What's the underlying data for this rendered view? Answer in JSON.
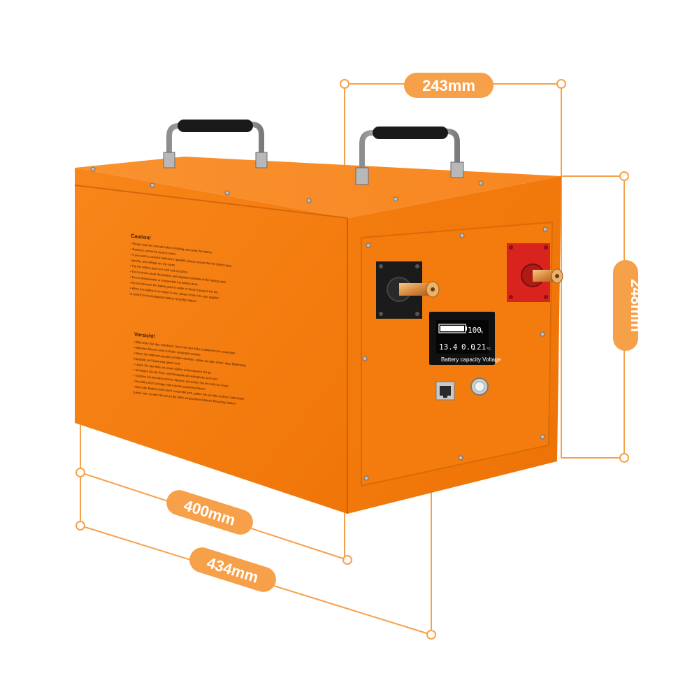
{
  "colors": {
    "accent": "#f7a04a",
    "box_front": "#f57f10",
    "box_side": "#f0780c",
    "box_top": "#f88a22",
    "terminal_red": "#d9241e",
    "terminal_black": "#1b1b1b"
  },
  "dimensions": {
    "width_top": "243mm",
    "height_right": "248mm",
    "length_inner": "400mm",
    "length_outer": "434mm"
  },
  "caution_en": {
    "title": "Caution!",
    "lines": [
      "• Please read the manual before installing and using the battery.",
      "• Batteries cannot be used in series.",
      "• If you want to connect batteries in parallel, please ensure that the battery type,",
      "  capacity, and voltage are the same.",
      "• Put the battery pack in a cool and dry place.",
      "• Do not short-circuit the positive and negative terminals of the battery pack.",
      "• Do not disassemble or reassemble the battery pack.",
      "• Do not immerse the battery pack in water or throw it away in the fire.",
      "• When the battery is no longer in use, please return it to your supplier",
      "  or send it to the designated battery recycling station!"
    ]
  },
  "caution_de": {
    "title": "Vorsicht!",
    "lines": [
      "• Bitte lesen Sie das Handbuch, bevor Sie den Akku installieren und verwenden.",
      "• Batterien können nicht in Reihe verwendet werden.",
      "• Wenn Sie Batterien parallel schalten möchten, stellen Sie bitte sicher, dass Batterietyp,",
      "  Kapazität und Spannung gleich sind.",
      "• Legen Sie den Akku an einem kühlen und trockenen Ort ab.",
      "• Schließen Sie die Plus- und Minuspole des Akkupacks nicht kurz.",
      "• Tauchen Sie den Akku nicht in Wasser und werfen Sie ihn nicht ins Feuer.",
      "• Den Akku nicht zerlegen oder wieder zusammenbauen.",
      "• Wenn die Batterie nicht mehr verwendet wird, geben Sie sie bitte an Ihren Lieferanten",
      "  zurück oder senden Sie sie an die dafür vorgesehene Batterie-Recycling-Station!"
    ]
  },
  "display": {
    "percent": "100",
    "percent_unit": "%",
    "voltage": "13.4",
    "voltage_unit": "V",
    "current": "0.0",
    "current_unit": "A",
    "temperature": "21",
    "temperature_unit": "°C",
    "caption": "Battery capacity Voltage",
    "charge_fraction": 1.0
  },
  "icons": {
    "negative_terminal": "black-terminal-icon",
    "positive_terminal": "red-terminal-icon",
    "rj45_port": "ethernet-port-icon",
    "power_button": "power-button-icon",
    "handle": "handle-icon"
  }
}
